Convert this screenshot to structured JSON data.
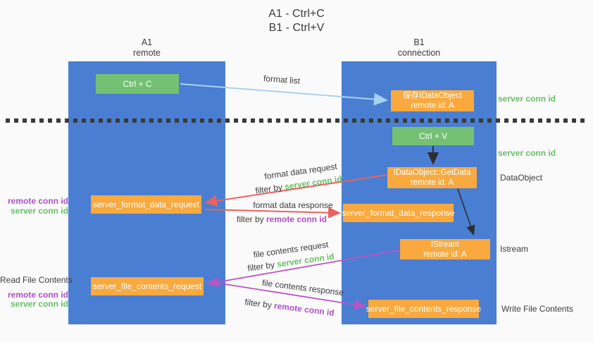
{
  "title": {
    "line1": "A1 - Ctrl+C",
    "line2": "B1 - Ctrl+V"
  },
  "lanes": {
    "a1": {
      "name": "A1",
      "subtitle": "remote"
    },
    "b1": {
      "name": "B1",
      "subtitle": "connection"
    }
  },
  "nodes": {
    "ctrl_c": {
      "label": "Ctrl + C"
    },
    "save_dataobject": {
      "line1": "保存IDataObject",
      "line2": "remote id: A"
    },
    "ctrl_v": {
      "label": "Ctrl + V"
    },
    "getdata": {
      "line1": "IDataObject::GetData",
      "line2": "remote id: A"
    },
    "server_format_data_request": {
      "label": "server_format_data_request"
    },
    "server_format_data_response": {
      "label": "server_format_data_response"
    },
    "istream": {
      "line1": "IStream",
      "line2": "remote id: A"
    },
    "server_file_contents_request": {
      "label": "server_file_contents_request"
    },
    "server_file_contents_response": {
      "label": "server_file_contents_response"
    }
  },
  "arrow_labels": {
    "format_list": "format list",
    "format_data_request": "format data request",
    "format_data_request_filter_prefix": "filter by ",
    "format_data_request_filter_key": "server conn id",
    "format_data_response": "format data response",
    "format_data_response_filter_prefix": "filter by ",
    "format_data_response_filter_key": "remote conn id",
    "file_contents_request": "file contents request",
    "file_contents_request_filter_prefix": "filter by ",
    "file_contents_request_filter_key": "server conn id",
    "file_contents_response": "file contents response",
    "file_contents_response_filter_prefix": "filter by ",
    "file_contents_response_filter_key": "remote conn id"
  },
  "side_labels": {
    "right_server_conn_id_top": "server conn id",
    "right_server_conn_id_mid": "server conn id",
    "dataobject": "DataObject",
    "istream": "Istream",
    "write_file_contents": "Write File Contents",
    "left_remote_conn_id_top": "remote conn id",
    "left_server_conn_id_top": "server conn id",
    "read_file_contents": "Read File Contents",
    "left_remote_conn_id_bottom": "remote conn id",
    "left_server_conn_id_bottom": "server conn id"
  },
  "colors": {
    "lane_blue": "#4a7ed2",
    "node_green": "#74c174",
    "node_orange": "#f9a93e",
    "arrow_lightblue": "#a8d2f0",
    "arrow_red": "#e8635f",
    "arrow_magenta": "#bd53c4",
    "arrow_black": "#2e2e2e",
    "text_green": "#67bf67",
    "text_purple": "#b04fc8",
    "text_dark": "#3c3c3c"
  }
}
